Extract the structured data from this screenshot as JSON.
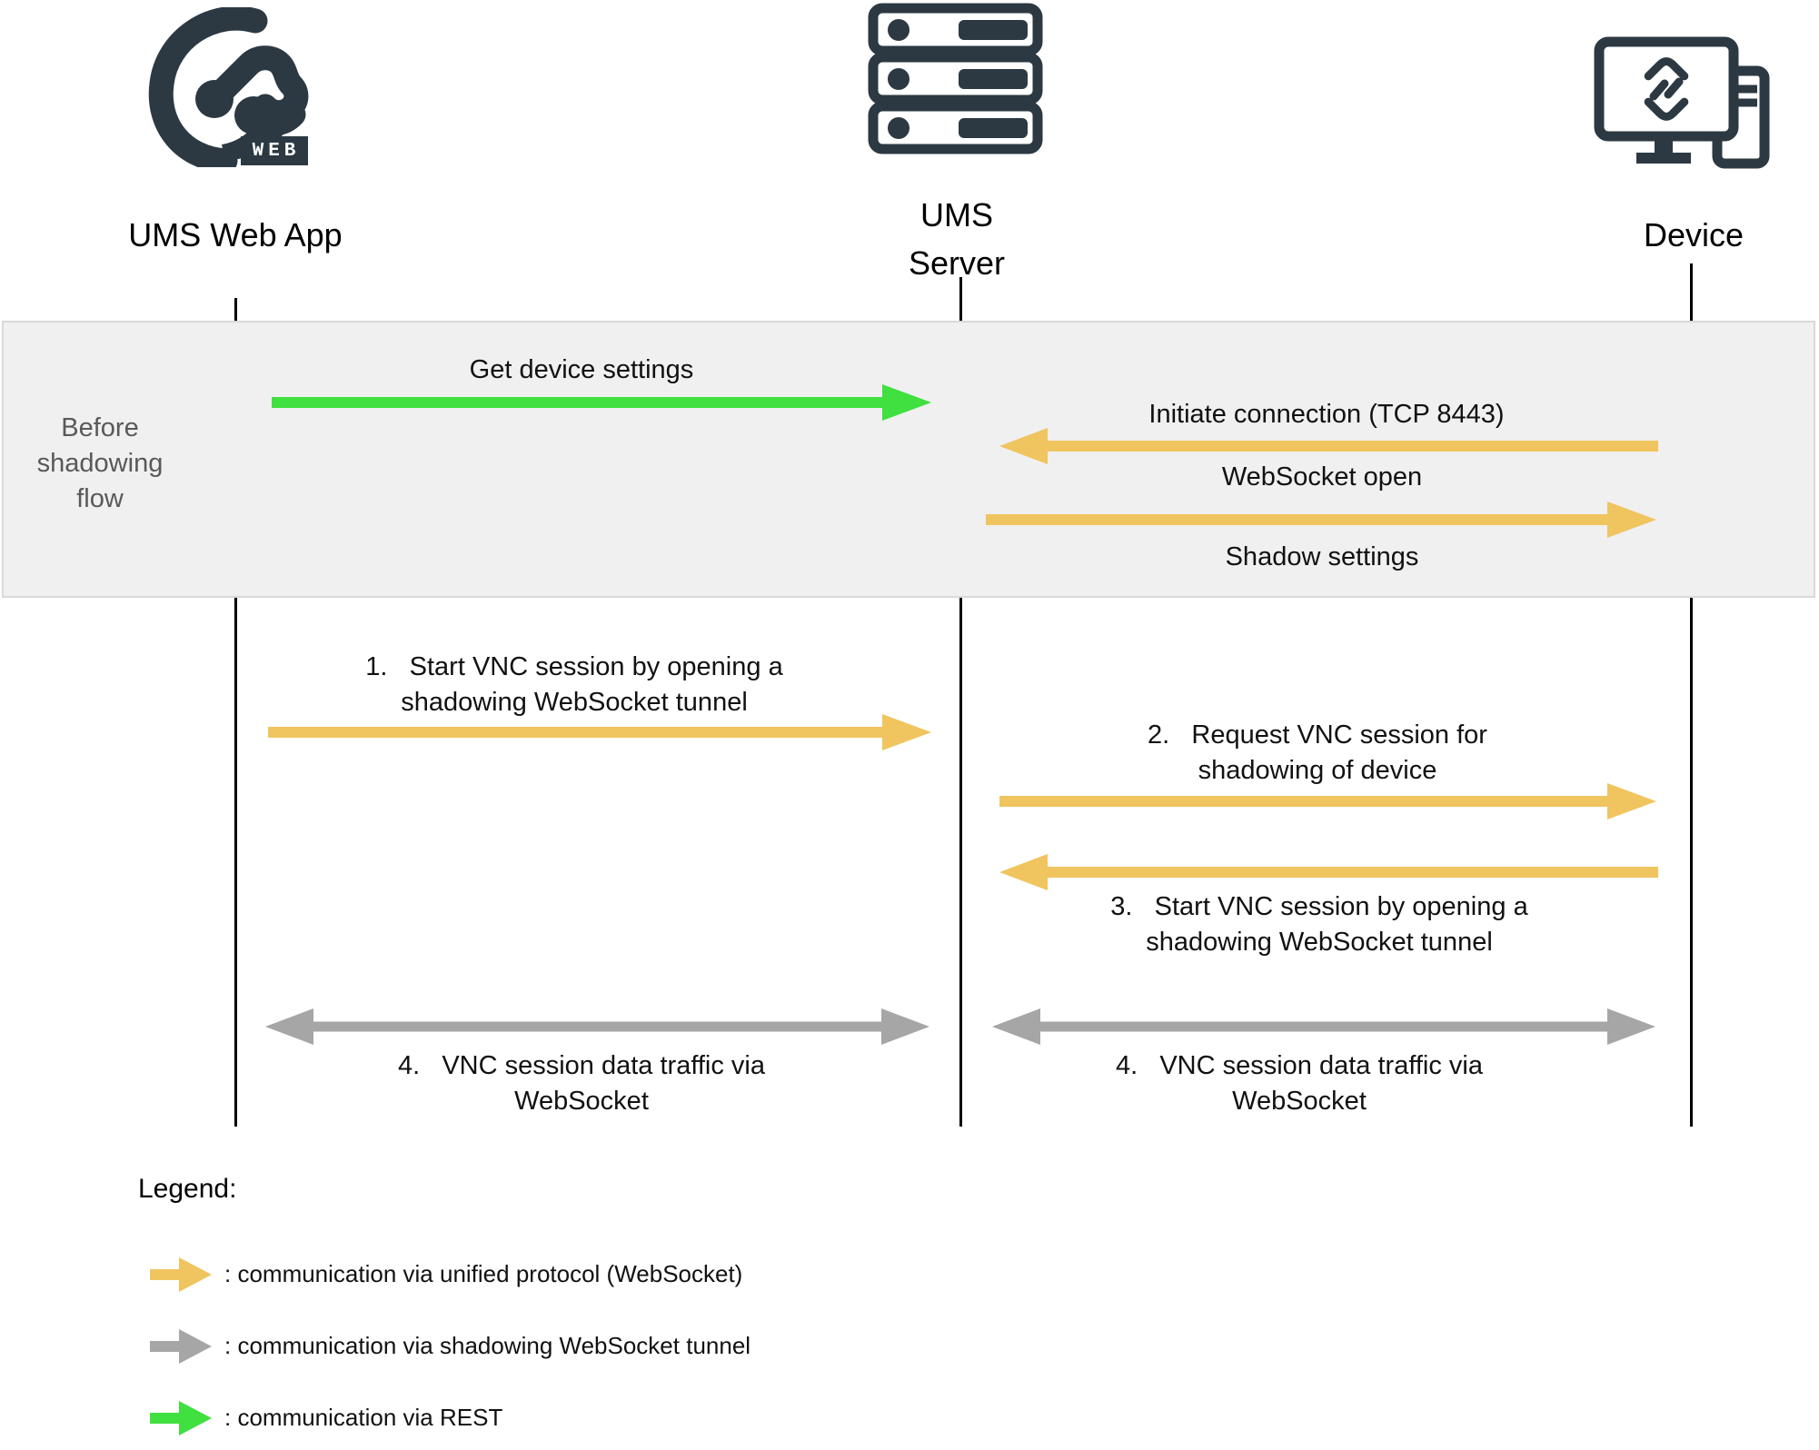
{
  "actors": {
    "webapp": {
      "label": "UMS Web App",
      "badge": "WEB"
    },
    "server": {
      "label_line1": "UMS",
      "label_line2": "Server"
    },
    "device": {
      "label": "Device"
    }
  },
  "band": {
    "label_lines": [
      "Before",
      "shadowing",
      "flow"
    ]
  },
  "messages": {
    "get_device_settings": "Get device settings",
    "initiate_connection": "Initiate connection (TCP 8443)",
    "websocket_open": "WebSocket open",
    "shadow_settings": "Shadow settings",
    "step1": [
      "1.   Start VNC session by opening a",
      "shadowing WebSocket tunnel"
    ],
    "step2": [
      "2.   Request VNC session for",
      "shadowing of device"
    ],
    "step3": [
      "3.   Start VNC session by opening a",
      "shadowing WebSocket tunnel"
    ],
    "step4_left": [
      "4.   VNC session data traffic via",
      "WebSocket"
    ],
    "step4_right": [
      "4.   VNC session data traffic via",
      "WebSocket"
    ]
  },
  "legend": {
    "title": "Legend:",
    "items": [
      {
        "label": ": communication via unified protocol (WebSocket)",
        "color": "#f0c45f"
      },
      {
        "label": ": communication via shadowing WebSocket tunnel",
        "color": "#a6a6a6"
      },
      {
        "label": ": communication via REST",
        "color": "#3fe03f"
      }
    ]
  },
  "colors": {
    "yellow": "#f0c45f",
    "gray": "#a6a6a6",
    "green": "#3fe03f",
    "dark": "#2c3942",
    "band_bg": "#f0f0f0",
    "band_border": "#d9d9d9",
    "band_text": "#595959"
  }
}
